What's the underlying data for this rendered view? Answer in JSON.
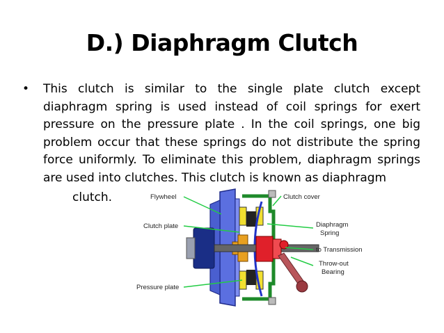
{
  "slide": {
    "title": "D.) Diaphragm Clutch",
    "bullet_text": "This clutch is similar to the single plate clutch except diaphragm spring is used instead of coil springs for exert pressure on the pressure plate . In the coil springs, one big problem occur that these springs do not distribute the spring force uniformly. To eliminate this problem, diaphragm springs are used into clutches. This clutch is known as diaphragm",
    "tail_text": "clutch."
  },
  "diagram": {
    "labels": {
      "flywheel": "Flywheel",
      "clutch_cover": "Clutch cover",
      "clutch_plate": "Clutch plate",
      "diaphragm_spring_1": "Diaphragm",
      "diaphragm_spring_2": "Spring",
      "to_transmission": "to Transmission",
      "throw_out_1": "Throw-out",
      "throw_out_2": "Bearing",
      "pressure_plate": "Pressure plate"
    },
    "colors": {
      "flywheel": "#4a5fd0",
      "clutch_cover": "#1e8a2a",
      "diaphragm_spring": "#2033c8",
      "throw_out": "#e0202a",
      "hub": "#e8a020",
      "friction": "#f2e030",
      "leader": "#22cc44",
      "shaft": "#555555"
    }
  }
}
